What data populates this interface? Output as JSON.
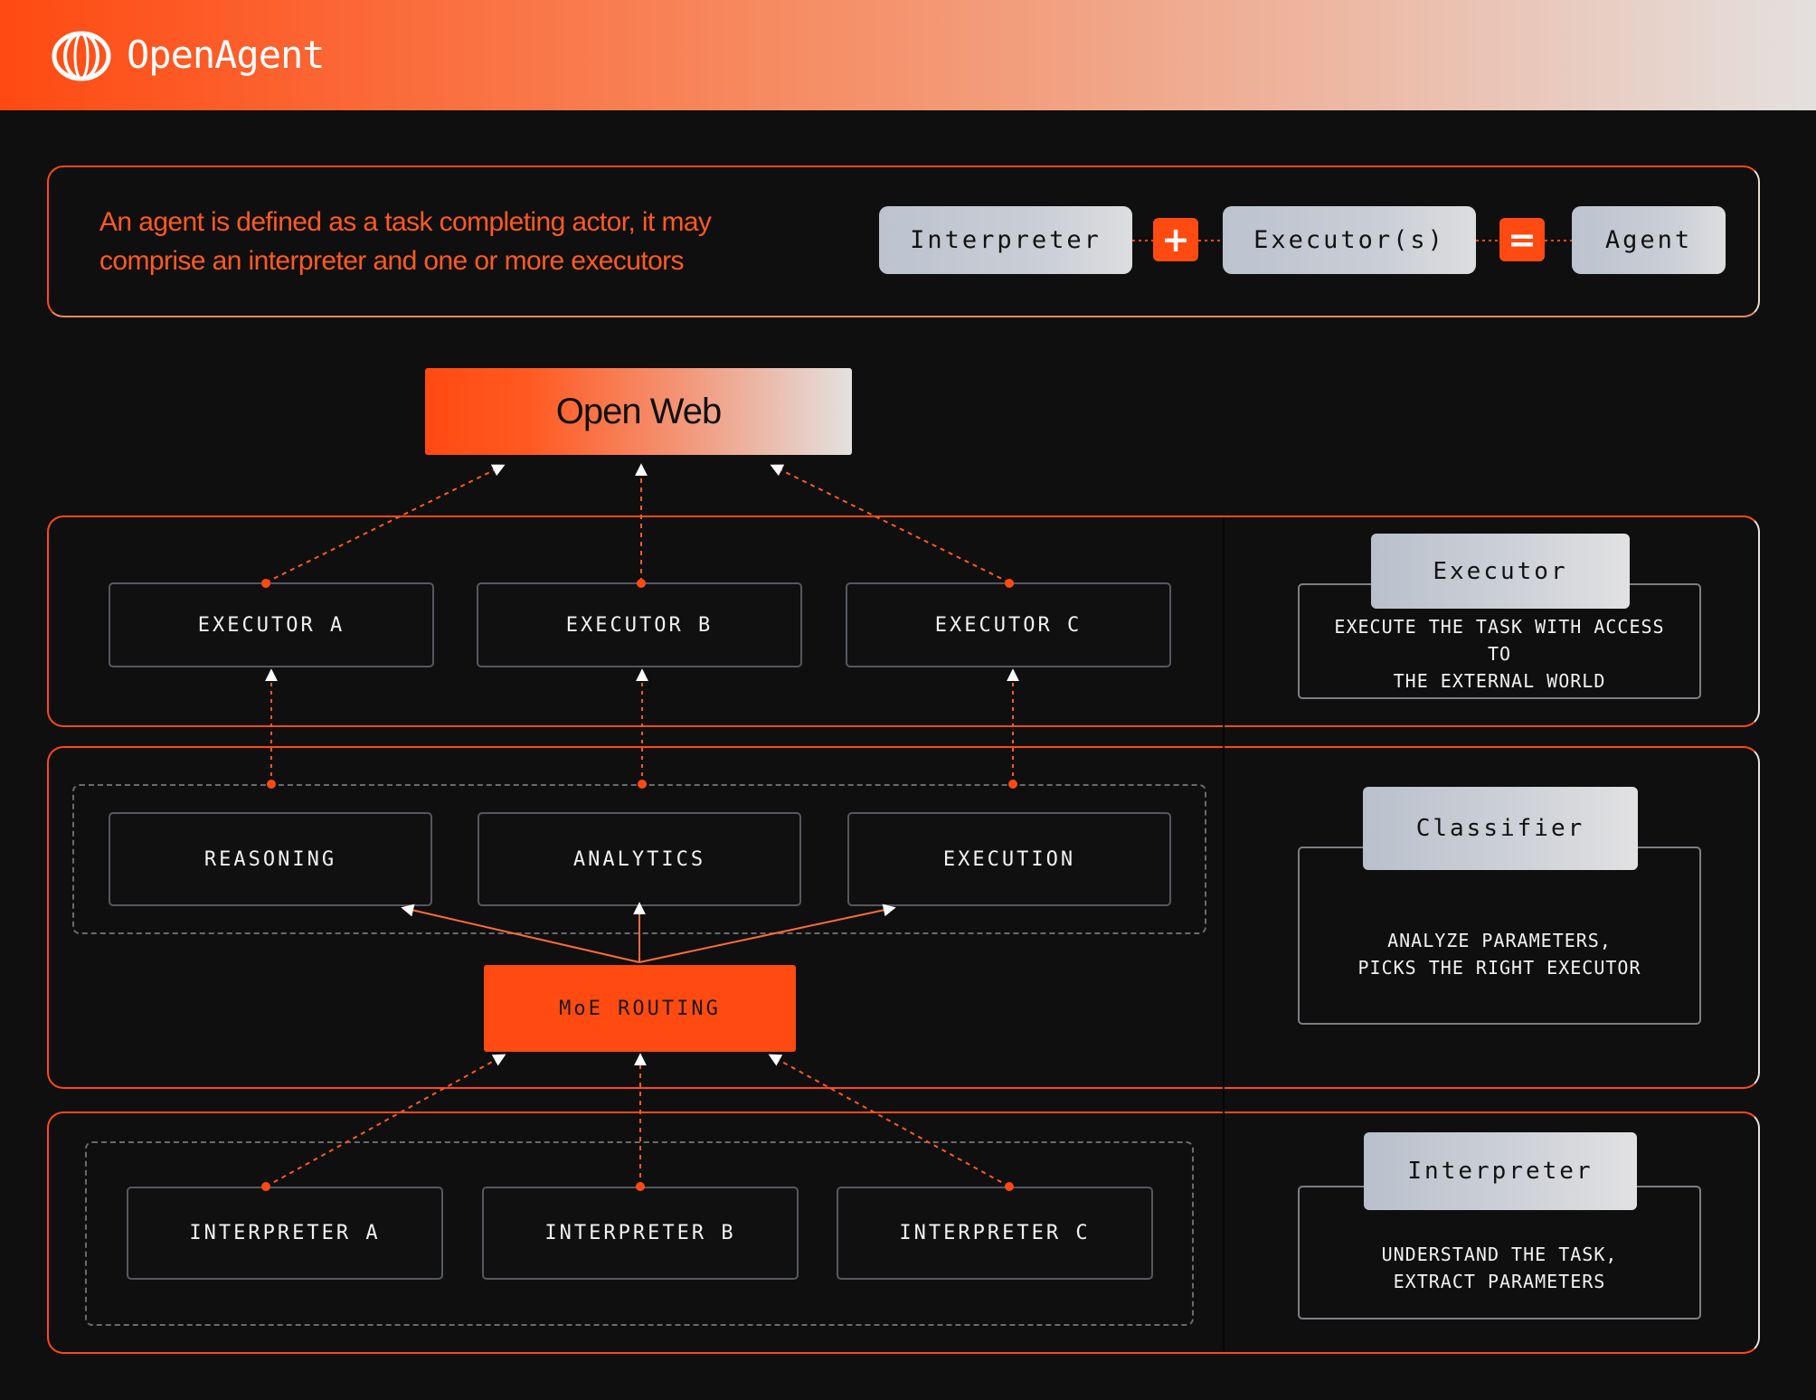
{
  "header": {
    "brand": "OpenAgent"
  },
  "definition": {
    "text_line1": "An agent is defined as a task completing actor, it may",
    "text_line2": "comprise an interpreter and one or more executors",
    "equation": {
      "term1": "Interpreter",
      "plus": "+",
      "term2": "Executor(s)",
      "equals": "=",
      "result": "Agent"
    }
  },
  "open_web": "Open Web",
  "executors": [
    "EXECUTOR A",
    "EXECUTOR B",
    "EXECUTOR C"
  ],
  "classifier_nodes": [
    "REASONING",
    "ANALYTICS",
    "EXECUTION"
  ],
  "moe_routing": "MoE ROUTING",
  "interpreters": [
    "INTERPRETER A",
    "INTERPRETER B",
    "INTERPRETER C"
  ],
  "legend": {
    "executor": {
      "title": "Executor",
      "line1": "EXECUTE THE TASK WITH ACCESS TO",
      "line2": "THE EXTERNAL WORLD"
    },
    "classifier": {
      "title": "Classifier",
      "line1": "ANALYZE PARAMETERS,",
      "line2": "PICKS THE RIGHT EXECUTOR"
    },
    "interpreter": {
      "title": "Interpreter",
      "line1": "UNDERSTAND THE TASK,",
      "line2": "EXTRACT PARAMETERS"
    }
  },
  "colors": {
    "accent": "#ff4a12",
    "background": "#0f0f0f",
    "chip": "#c5cad3"
  }
}
